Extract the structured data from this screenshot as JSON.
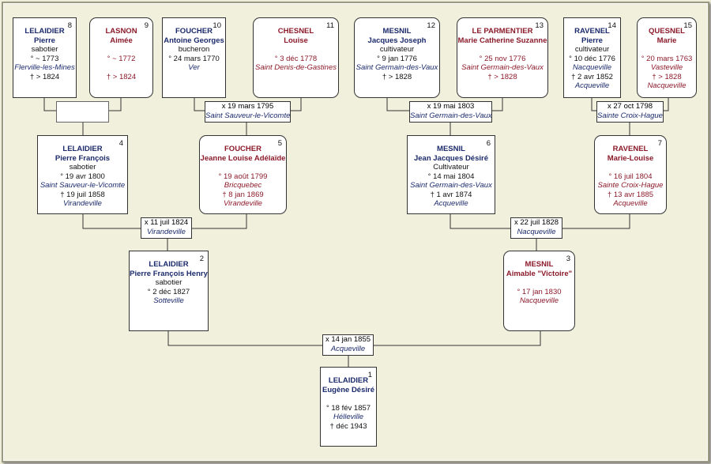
{
  "people": {
    "p1": {
      "num": "1",
      "surname": "LELAIDIER",
      "given": "Eugène Désiré",
      "lines": [],
      "birth": "° 18 fév 1857",
      "birth_place": "Hélleville",
      "death": "† déc 1943",
      "death_place": ""
    },
    "p2": {
      "num": "2",
      "surname": "LELAIDIER",
      "given": "Pierre François Henry",
      "lines": [
        "sabotier"
      ],
      "birth": "° 2 déc 1827",
      "birth_place": "Sotteville",
      "death": "",
      "death_place": ""
    },
    "p3": {
      "num": "3",
      "surname": "MESNIL",
      "given": "Aimable \"Victoire\"",
      "lines": [],
      "birth": "° 17 jan 1830",
      "birth_place": "Nacqueville",
      "death": "",
      "death_place": ""
    },
    "p4": {
      "num": "4",
      "surname": "LELAIDIER",
      "given": "Pierre François",
      "lines": [
        "sabotier"
      ],
      "birth": "° 19 avr 1800",
      "birth_place": "Saint Sauveur-le-Vicomte",
      "death": "† 19 juil 1858",
      "death_place": "Virandeville"
    },
    "p5": {
      "num": "5",
      "surname": "FOUCHER",
      "given": "Jeanne Louise Adélaïde",
      "lines": [],
      "birth": "° 19 août 1799",
      "birth_place": "Bricquebec",
      "death": "† 8 jan 1869",
      "death_place": "Virandeville"
    },
    "p6": {
      "num": "6",
      "surname": "MESNIL",
      "given": "Jean Jacques Désiré",
      "lines": [
        "Cultivateur"
      ],
      "birth": "° 14 mai 1804",
      "birth_place": "Saint Germain-des-Vaux",
      "death": "† 1 avr 1874",
      "death_place": "Acqueville"
    },
    "p7": {
      "num": "7",
      "surname": "RAVENEL",
      "given": "Marie-Louise",
      "lines": [],
      "birth": "° 16 juil 1804",
      "birth_place": "Sainte Croix-Hague",
      "death": "† 13 avr 1885",
      "death_place": "Acqueville"
    },
    "p8": {
      "num": "8",
      "surname": "LELAIDIER",
      "given": "Pierre",
      "lines": [
        "sabotier"
      ],
      "birth": "° ~ 1773",
      "birth_place": "Flerville-les-Mines",
      "death": "† > 1824",
      "death_place": ""
    },
    "p9": {
      "num": "9",
      "surname": "LASNON",
      "given": "Aimée",
      "lines": [],
      "birth": "° ~ 1772",
      "birth_place": "",
      "death": "† > 1824",
      "death_place": ""
    },
    "p10": {
      "num": "10",
      "surname": "FOUCHER",
      "given": "Antoine Georges",
      "lines": [
        "bucheron"
      ],
      "birth": "° 24 mars 1770",
      "birth_place": "Ver",
      "death": "",
      "death_place": ""
    },
    "p11": {
      "num": "11",
      "surname": "CHESNEL",
      "given": "Louise",
      "lines": [],
      "birth": "° 3 déc 1778",
      "birth_place": "Saint Denis-de-Gastines",
      "death": "",
      "death_place": ""
    },
    "p12": {
      "num": "12",
      "surname": "MESNIL",
      "given": "Jacques Joseph",
      "lines": [
        "cultivateur"
      ],
      "birth": "° 9 jan 1776",
      "birth_place": "Saint Germain-des-Vaux",
      "death": "† > 1828",
      "death_place": ""
    },
    "p13": {
      "num": "13",
      "surname": "LE PARMENTIER",
      "given": "Marie Catherine Suzanne",
      "lines": [],
      "birth": "° 25 nov 1776",
      "birth_place": "Saint Germain-des-Vaux",
      "death": "† > 1828",
      "death_place": ""
    },
    "p14": {
      "num": "14",
      "surname": "RAVENEL",
      "given": "Pierre",
      "lines": [
        "cultivateur"
      ],
      "birth": "° 10 déc 1776",
      "birth_place": "Nacqueville",
      "death": "† 2 avr 1852",
      "death_place": "Acqueville"
    },
    "p15": {
      "num": "15",
      "surname": "QUESNEL",
      "given": "Marie",
      "lines": [],
      "birth": "° 20 mars 1763",
      "birth_place": "Vasteville",
      "death": "† > 1828",
      "death_place": "Nacqueville"
    }
  },
  "marriages": {
    "m1": {
      "date": "x 14 jan 1855",
      "place": "Acqueville"
    },
    "m2": {
      "date": "x 11 juil 1824",
      "place": "Virandeville"
    },
    "m3": {
      "date": "x 22 juil 1828",
      "place": "Nacqueville"
    },
    "m5": {
      "date": "x 19 mars 1795",
      "place": "Saint Sauveur-le-Vicomte"
    },
    "m6": {
      "date": "x 19 mai 1803",
      "place": "Saint Germain-des-Vaux"
    },
    "m7": {
      "date": "x 27 oct 1798",
      "place": "Sainte Croix-Hague"
    }
  },
  "colors": {
    "background": "#f1f0dc",
    "male": "#1b2a6b",
    "female": "#8b1a2a",
    "line": "#333333"
  }
}
